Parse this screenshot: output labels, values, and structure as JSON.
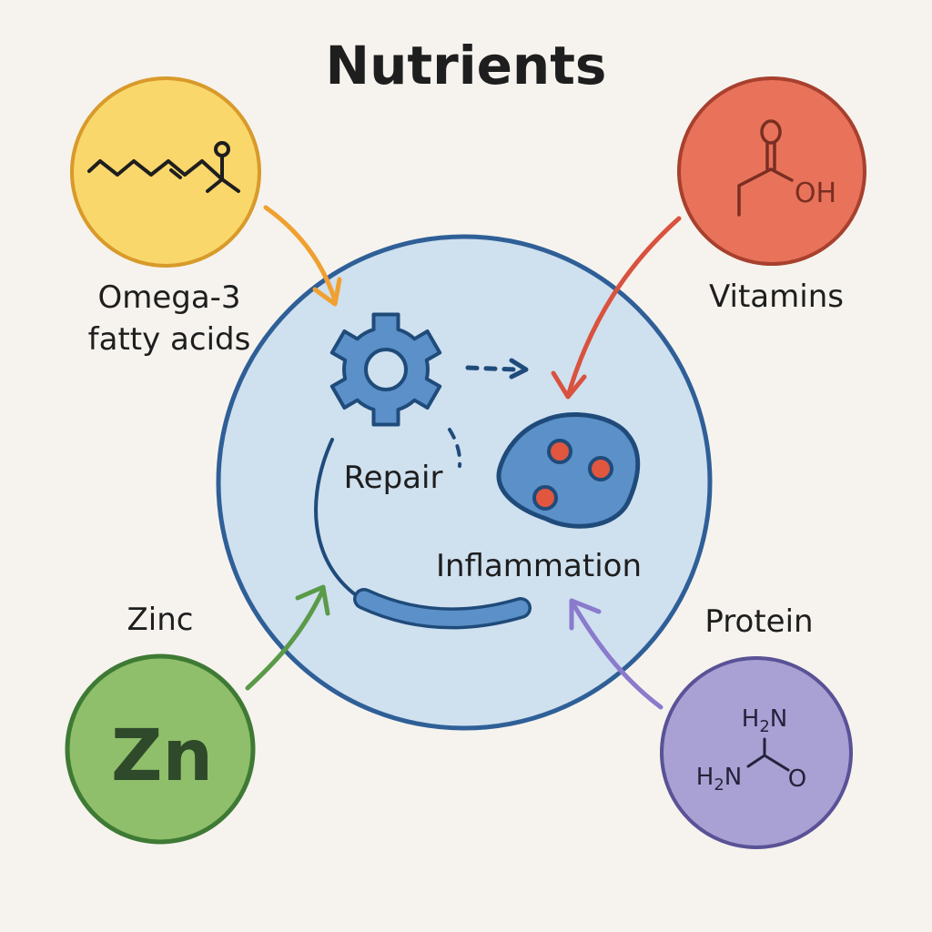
{
  "title": "Nutrients",
  "center": {
    "repair_label": "Repair",
    "inflammation_label": "Inflammation",
    "repair_icon": "gear-icon",
    "inflammation_icon": "inflamed-cell-icon",
    "colors": {
      "fill": "#cfe0ef",
      "stroke": "#2f5f97",
      "icon_fill": "#5b90c8",
      "icon_stroke": "#1f4b7a",
      "dot": "#e0563f"
    }
  },
  "nutrients": [
    {
      "id": "omega3",
      "label_line1": "Omega-3",
      "label_line2": "fatty acids",
      "icon": "fatty-acid-chain-icon",
      "fill": "#f9d76b",
      "stroke": "#d89a2a",
      "arrow_color": "#f0a030",
      "target": "Repair"
    },
    {
      "id": "vitamins",
      "label_line1": "Vitamins",
      "icon": "carboxylic-acid-icon",
      "chem_text": "OH",
      "chem_o": "O",
      "fill": "#e8735a",
      "stroke": "#a8402e",
      "arrow_color": "#d9523f",
      "target": "Inflammation"
    },
    {
      "id": "zinc",
      "label_line1": "Zinc",
      "icon": "zinc-symbol-icon",
      "symbol": "Zn",
      "fill": "#8fbf6a",
      "stroke": "#3f7a35",
      "arrow_color": "#5a9a48",
      "target": "Repair"
    },
    {
      "id": "protein",
      "label_line1": "Protein",
      "icon": "urea-molecule-icon",
      "chem_h2n_top": "H2N",
      "chem_h2n_left": "H2N",
      "chem_o": "O",
      "fill": "#a9a0d4",
      "stroke": "#5a5296",
      "arrow_color": "#8a7bcc",
      "target": "Inflammation"
    }
  ]
}
